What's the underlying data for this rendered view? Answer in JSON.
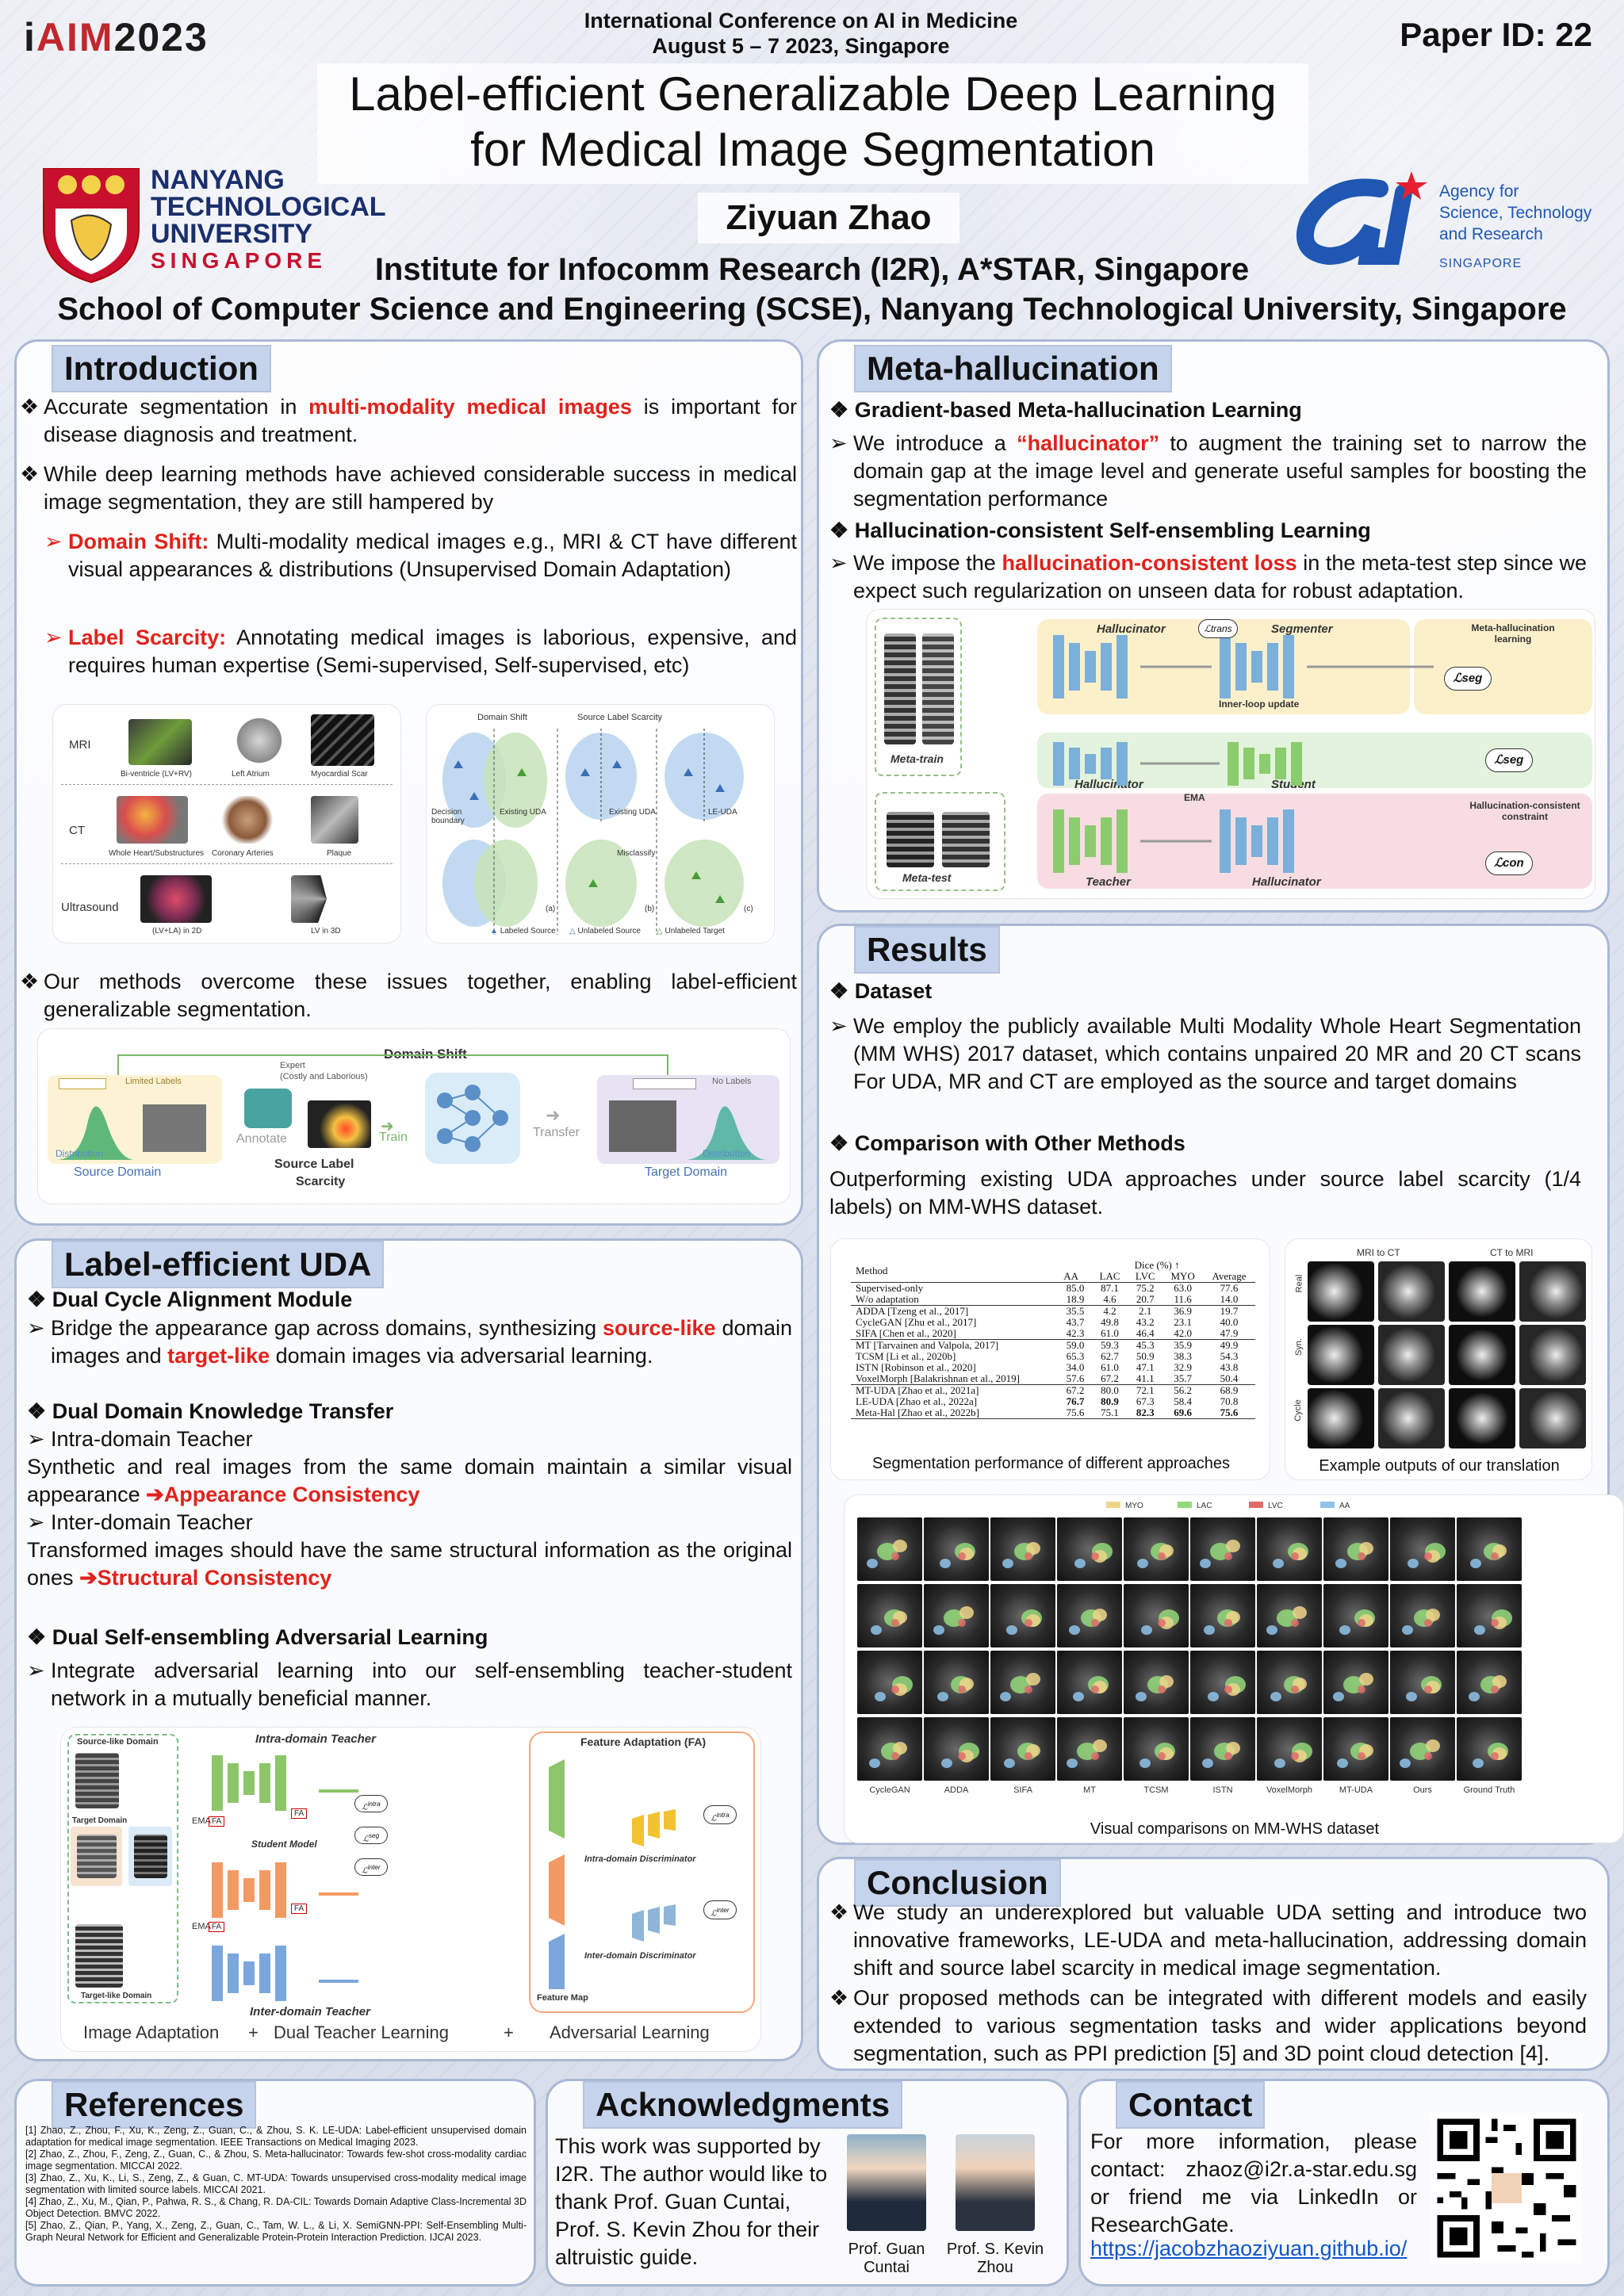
{
  "header": {
    "conf_logo_prefix": "i",
    "conf_logo_mid": "AIM",
    "conf_logo_year": "2023",
    "conf_line1": "International Conference on AI in Medicine",
    "conf_line2": "August 5 – 7 2023, Singapore",
    "paper_id": "Paper ID: 22",
    "title_line1": "Label-efficient Generalizable Deep Learning",
    "title_line2": "for Medical Image Segmentation",
    "author": "Ziyuan Zhao",
    "affil1": "Institute for Infocomm Research (I2R), A*STAR, Singapore",
    "affil2": "School of Computer Science and Engineering (SCSE), Nanyang Technological University, Singapore",
    "ntu_logo": [
      "NANYANG",
      "TECHNOLOGICAL",
      "UNIVERSITY",
      "SINGAPORE"
    ],
    "astar_logo": [
      "Agency for",
      "Science, Technology",
      "and Research",
      "SINGAPORE"
    ]
  },
  "intro": {
    "title": "Introduction",
    "p1_a": "Accurate segmentation in ",
    "p1_red": "multi-modality medical images",
    "p1_b": " is important for disease diagnosis and treatment.",
    "p2": "While deep learning methods have achieved considerable success in medical image segmentation, they are still hampered by",
    "p3_red": "Domain Shift:",
    "p3": " Multi-modality medical images e.g., MRI & CT have different visual appearances & distributions (Unsupervised Domain Adaptation)",
    "p4_red": "Label Scarcity:",
    "p4": " Annotating medical images is laborious, expensive, and requires human expertise (Semi-supervised, Self-supervised, etc)",
    "p5": "Our methods overcome these issues together, enabling label-efficient generalizable segmentation.",
    "fig1": {
      "rows": [
        "MRI",
        "CT",
        "Ultrasound"
      ],
      "labels": [
        "Bi-ventricle (LV+RV)",
        "Left Atrium",
        "Myocardial Scar",
        "Whole Heart/Substructures",
        "Coronary Arteries",
        "Plaque",
        "(LV+LA) in 2D",
        "LV in 3D"
      ]
    },
    "fig2": {
      "headers": [
        "Domain Shift",
        "Source Label Scarcity"
      ],
      "labels": [
        "Decision boundary",
        "Existing UDA",
        "Existing UDA",
        "LE-UDA",
        "Misclassify",
        "(a)",
        "(b)",
        "(c)"
      ],
      "legend": [
        "Labeled Source",
        "Unlabeled Source",
        "Unlabeled Target"
      ]
    },
    "fig3": {
      "title": "Domain Shift",
      "limited": "Limited Labels",
      "expert": "Expert",
      "expert2": "(Costly and Laborious)",
      "annotate": "Annotate",
      "train": "Train",
      "transfer": "Transfer",
      "no_labels": "No Labels",
      "distribution1": "Distribution",
      "distribution2": "Distribution",
      "source": "Source Domain",
      "scarcity1": "Source Label",
      "scarcity2": "Scarcity",
      "target": "Target Domain"
    }
  },
  "leuda": {
    "title": "Label-efficient UDA",
    "h1": "Dual Cycle Alignment Module",
    "b1_a": "Bridge the appearance gap across domains, synthesizing ",
    "b1_red1": "source-like",
    "b1_b": " domain images and ",
    "b1_red2": "target-like",
    "b1_c": " domain images via adversarial learning.",
    "h2": "Dual Domain Knowledge Transfer",
    "b2": "Intra-domain Teacher",
    "p2": "Synthetic and real images from the same domain maintain a similar visual appearance ",
    "p2_red": "➔Appearance Consistency",
    "b3": "Inter-domain Teacher",
    "p3": "Transformed images should have the same structural information as the original ones ",
    "p3_red": "➔Structural Consistency",
    "h3": "Dual Self-ensembling Adversarial Learning",
    "b4": "Integrate adversarial learning into our self-ensembling teacher-student network in a mutually beneficial manner.",
    "fig": {
      "src_like": "Source-like Domain",
      "target": "Target Domain",
      "target_like": "Target-like Domain",
      "intra_teacher": "Intra-domain Teacher",
      "student": "Student Model",
      "inter_teacher": "Inter-domain Teacher",
      "fa": "FA",
      "ema": "EMA",
      "fa_title": "Feature Adaptation (FA)",
      "intra_disc": "Intra-domain Discriminator",
      "inter_disc": "Inter-domain Discriminator",
      "feature_map": "Feature Map",
      "cap1": "Image Adaptation",
      "plus1": "+",
      "cap2": "Dual Teacher Learning",
      "plus2": "+",
      "cap3": "Adversarial Learning"
    }
  },
  "meta": {
    "title": "Meta-hallucination",
    "h1": "Gradient-based Meta-hallucination Learning",
    "b1_a": "We introduce a ",
    "b1_red": "“hallucinator”",
    "b1_b": " to augment the training set to narrow the domain gap at the image level and generate useful samples for boosting the segmentation performance",
    "h2": "Hallucination-consistent Self-ensembling Learning",
    "b2_a": "We impose the ",
    "b2_red": "hallucination-consistent loss",
    "b2_b": " in the meta-test step since we expect such regularization on unseen data for robust adaptation.",
    "fig": {
      "hallucinator": "Hallucinator",
      "segmenter": "Segmenter",
      "meta_label": "Meta-hallucination learning",
      "inner": "Inner-loop update",
      "meta_train": "Meta-train",
      "meta_test": "Meta-test",
      "student": "Student",
      "teacher": "Teacher",
      "ema": "EMA",
      "consistent": "Hallucination-consistent constraint",
      "lseg": "ℒseg",
      "lcon": "ℒcon",
      "ltrans": "ℒtrans"
    }
  },
  "results": {
    "title": "Results",
    "h1": "Dataset",
    "b1": "We employ the publicly available Multi Modality Whole Heart Segmentation (MM WHS) 2017 dataset, which contains unpaired 20 MR and 20 CT scans For UDA, MR and CT are employed as the source and target domains",
    "h2": "Comparison with Other Methods",
    "p2": "Outperforming existing UDA approaches under source label scarcity (1/4 labels) on MM-WHS dataset.",
    "table": {
      "col_method": "Method",
      "col_dice": "Dice (%) ↑",
      "cols": [
        "AA",
        "LAC",
        "LVC",
        "MYO",
        "Average"
      ],
      "rows": [
        [
          "Supervised-only",
          "85.0",
          "87.1",
          "75.2",
          "63.0",
          "77.6"
        ],
        [
          "W/o adaptation",
          "18.9",
          "4.6",
          "20.7",
          "11.6",
          "14.0"
        ],
        [
          "ADDA [Tzeng et al., 2017]",
          "35.5",
          "4.2",
          "2.1",
          "36.9",
          "19.7"
        ],
        [
          "CycleGAN [Zhu et al., 2017]",
          "43.7",
          "49.8",
          "43.2",
          "23.1",
          "40.0"
        ],
        [
          "SIFA [Chen et al., 2020]",
          "42.3",
          "61.0",
          "46.4",
          "42.0",
          "47.9"
        ],
        [
          "MT [Tarvainen and Valpola, 2017]",
          "59.0",
          "59.3",
          "45.3",
          "35.9",
          "49.9"
        ],
        [
          "TCSM [Li et al., 2020b]",
          "65.3",
          "62.7",
          "50.9",
          "38.3",
          "54.3"
        ],
        [
          "ISTN [Robinson et al., 2020]",
          "34.0",
          "61.0",
          "47.1",
          "32.9",
          "43.8"
        ],
        [
          "VoxelMorph [Balakrishnan et al., 2019]",
          "57.6",
          "67.2",
          "41.1",
          "35.7",
          "50.4"
        ],
        [
          "MT-UDA [Zhao et al., 2021a]",
          "67.2",
          "80.0",
          "72.1",
          "56.2",
          "68.9"
        ],
        [
          "LE-UDA [Zhao et al., 2022a]",
          "76.7",
          "80.9",
          "67.3",
          "58.4",
          "70.8"
        ],
        [
          "Meta-Hal [Zhao et al., 2022b]",
          "75.6",
          "75.1",
          "82.3",
          "69.6",
          "75.6"
        ]
      ],
      "caption": "Segmentation performance of different approaches"
    },
    "trans": {
      "col1": "MRI to CT",
      "col2": "CT to MRI",
      "rows": [
        "Real",
        "Syn.",
        "Cycle"
      ],
      "caption": "Example outputs of our translation"
    },
    "visual": {
      "legend": [
        "MYO",
        "LAC",
        "LVC",
        "AA"
      ],
      "legend_colors": [
        "#efd58a",
        "#93d97a",
        "#e06a6a",
        "#8fc3ea"
      ],
      "methods": [
        "CycleGAN",
        "ADDA",
        "SIFA",
        "MT",
        "TCSM",
        "ISTN",
        "VoxelMorph",
        "MT-UDA",
        "Ours",
        "Ground Truth"
      ],
      "caption": "Visual comparisons on MM-WHS dataset"
    }
  },
  "conclusion": {
    "title": "Conclusion",
    "b1": "We study an underexplored but valuable UDA setting and introduce two innovative frameworks, LE-UDA and meta-hallucination, addressing domain shift and source label scarcity in medical image segmentation.",
    "b2": "Our proposed methods can be integrated with different models and easily extended to various segmentation tasks and wider applications beyond segmentation, such as PPI prediction [5] and 3D point cloud detection [4]."
  },
  "references": {
    "title": "References",
    "items": [
      "[1] Zhao, Z., Zhou, F., Xu, K., Zeng, Z., Guan, C., & Zhou, S. K. LE-UDA: Label-efficient unsupervised domain adaptation for medical image segmentation. IEEE Transactions on Medical Imaging 2023.",
      "[2] Zhao, Z., Zhou, F., Zeng, Z., Guan, C., & Zhou, S. Meta-hallucinator: Towards few-shot cross-modality cardiac image segmentation. MICCAI 2022.",
      "[3] Zhao, Z., Xu, K., Li, S., Zeng, Z., & Guan, C. MT-UDA: Towards unsupervised cross-modality medical image segmentation with limited source labels. MICCAI 2021.",
      "[4] Zhao, Z., Xu, M., Qian, P., Pahwa, R. S., & Chang, R. DA-CIL: Towards Domain Adaptive Class-Incremental 3D Object Detection. BMVC 2022.",
      "[5] Zhao, Z., Qian, P., Yang, X., Zeng, Z., Guan, C., Tam, W. L., & Li, X. SemiGNN-PPI: Self-Ensembling Multi-Graph Neural Network for Efficient and Generalizable Protein-Protein Interaction Prediction. IJCAI 2023."
    ]
  },
  "ack": {
    "title": "Acknowledgments",
    "text": "This work was supported by I2R. The author would like to thank Prof. Guan Cuntai, Prof. S. Kevin Zhou for their altruistic guide.",
    "name1a": "Prof. Guan",
    "name1b": "Cuntai",
    "name2a": "Prof. S. Kevin",
    "name2b": "Zhou"
  },
  "contact": {
    "title": "Contact",
    "text": "For more information, please contact: zhaoz@i2r.a-star.edu.sg or friend me via LinkedIn or ResearchGate.",
    "link": "https://jacobzhaoziyuan.github.io/"
  }
}
